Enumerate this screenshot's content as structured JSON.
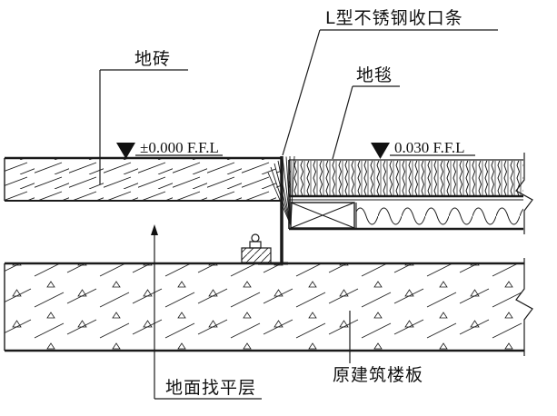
{
  "drawing": {
    "title": "floor-transition-construction-detail",
    "labels": {
      "strip": "L型不锈钢收口条",
      "tile": "地砖",
      "carpet": "地毯",
      "level_left": "±0.000 F.F.L",
      "level_right": "0.030 F.F.L",
      "screed": "地面找平层",
      "slab": "原建筑楼板"
    },
    "colors": {
      "line": "#1a1a1a",
      "background": "#ffffff"
    }
  }
}
